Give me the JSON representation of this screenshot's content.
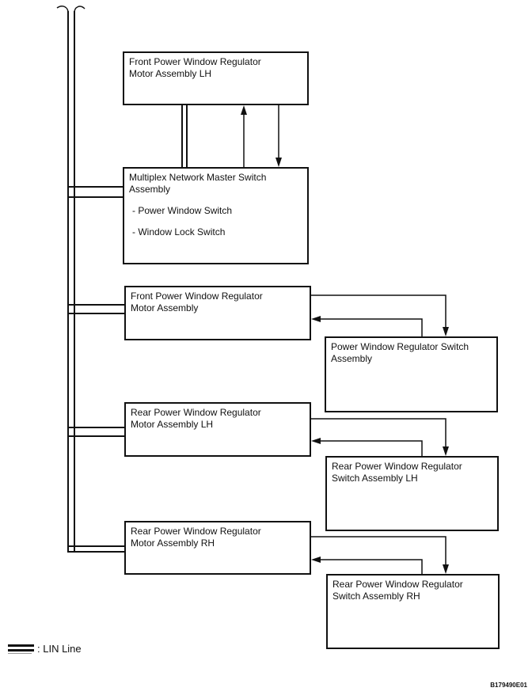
{
  "page": {
    "background_color": "#ffffff",
    "line_color": "#111111"
  },
  "legend": {
    "symbol": "lin-double-line",
    "text": ": LIN Line"
  },
  "figure_code": "B179490E01",
  "nodes": {
    "front_motor_lh": {
      "lines": [
        "Front Power Window Regulator",
        "Motor Assembly LH"
      ]
    },
    "master_switch": {
      "lines": [
        "Multiplex Network Master Switch",
        "Assembly"
      ],
      "items": [
        "- Power Window Switch",
        "- Window Lock Switch"
      ]
    },
    "front_motor": {
      "lines": [
        "Front Power Window Regulator",
        "Motor Assembly"
      ]
    },
    "front_switch": {
      "lines": [
        "Power Window Regulator Switch",
        "Assembly"
      ]
    },
    "rear_motor_lh": {
      "lines": [
        "Rear Power Window Regulator",
        "Motor Assembly LH"
      ]
    },
    "rear_switch_lh": {
      "lines": [
        "Rear Power Window Regulator",
        "Switch Assembly LH"
      ]
    },
    "rear_motor_rh": {
      "lines": [
        "Rear Power Window Regulator",
        "Motor Assembly RH"
      ]
    },
    "rear_switch_rh": {
      "lines": [
        "Rear Power Window Regulator",
        "Switch Assembly RH"
      ]
    }
  }
}
